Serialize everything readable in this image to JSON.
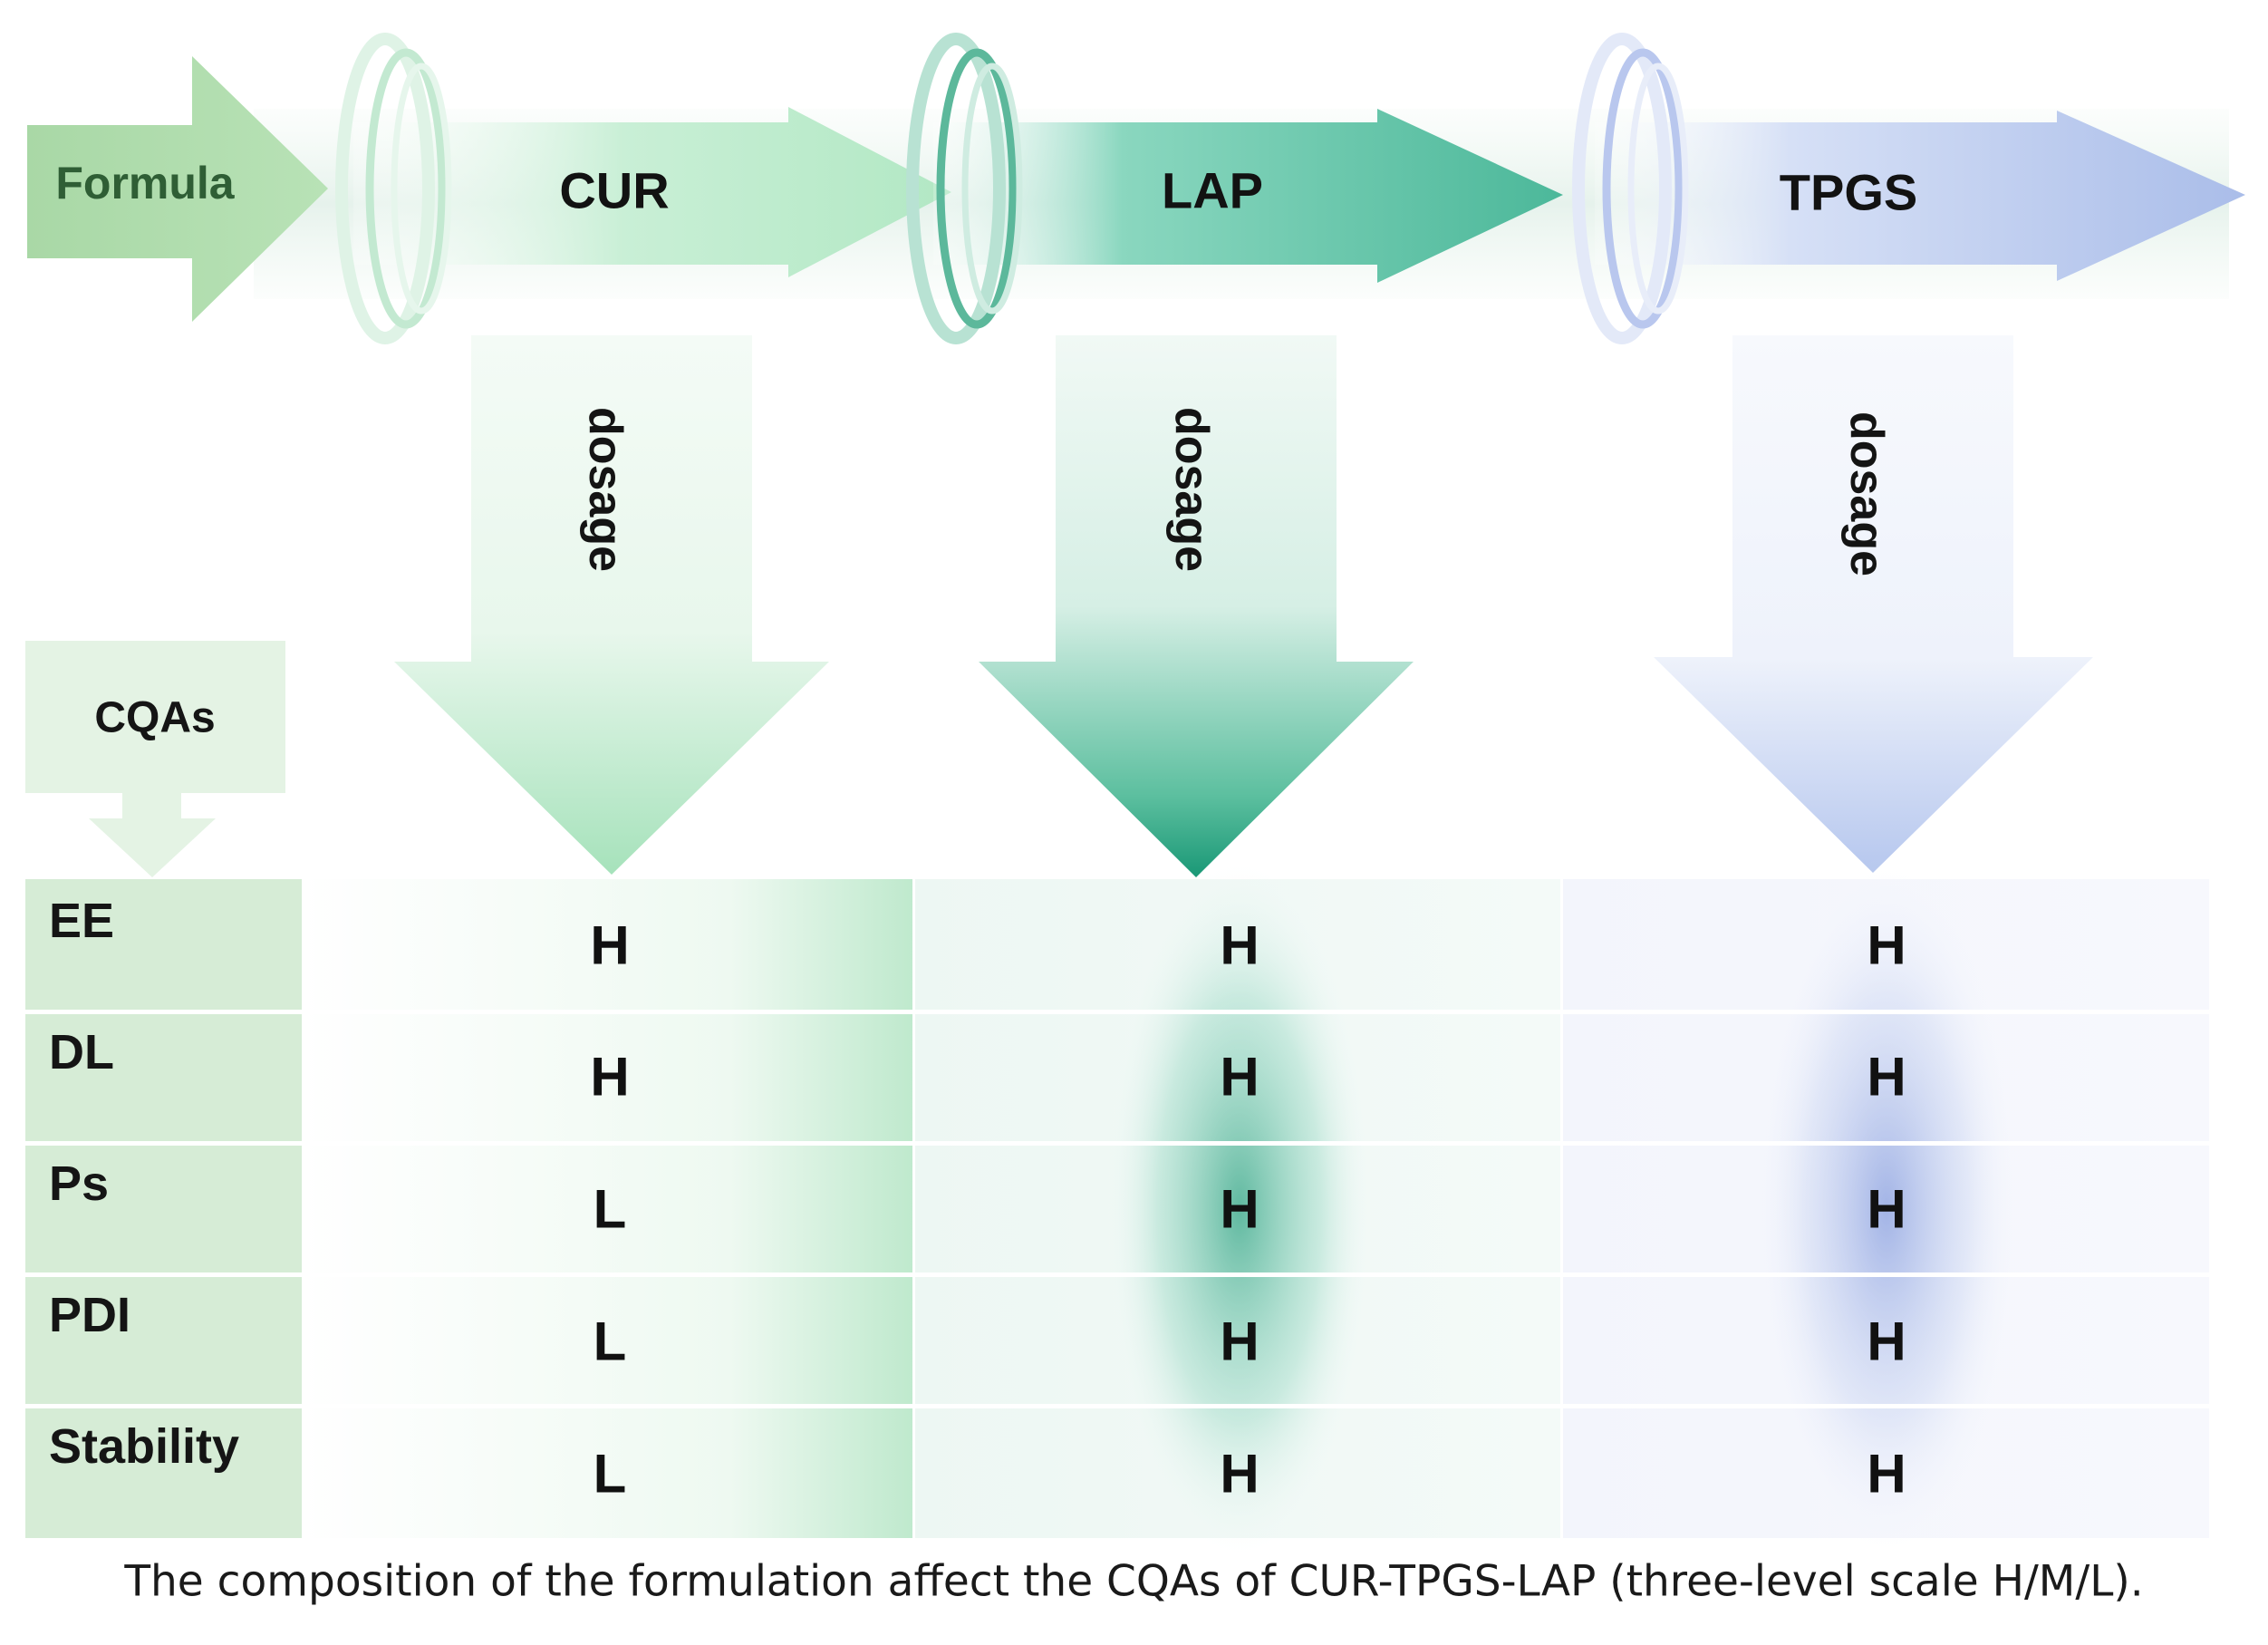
{
  "formula_label": "Formula",
  "components": [
    {
      "name": "CUR",
      "effect": "dosage",
      "color": "#6fd19a"
    },
    {
      "name": "LAP",
      "effect": "dosage",
      "color": "#1f9e7f"
    },
    {
      "name": "TPGS",
      "effect": "dosage",
      "color": "#8ea6de"
    }
  ],
  "cqas_label": "CQAs",
  "rows": [
    {
      "label": "EE",
      "values": [
        "H",
        "H",
        "H"
      ]
    },
    {
      "label": "DL",
      "values": [
        "H",
        "H",
        "H"
      ]
    },
    {
      "label": "Ps",
      "values": [
        "L",
        "H",
        "H"
      ]
    },
    {
      "label": "PDI",
      "values": [
        "L",
        "H",
        "H"
      ]
    },
    {
      "label": "Stability",
      "values": [
        "L",
        "H",
        "H"
      ]
    }
  ],
  "caption": "The composition of the formulation affect the CQAs of CUR-TPGS-LAP (three-level scale H/M/L)."
}
